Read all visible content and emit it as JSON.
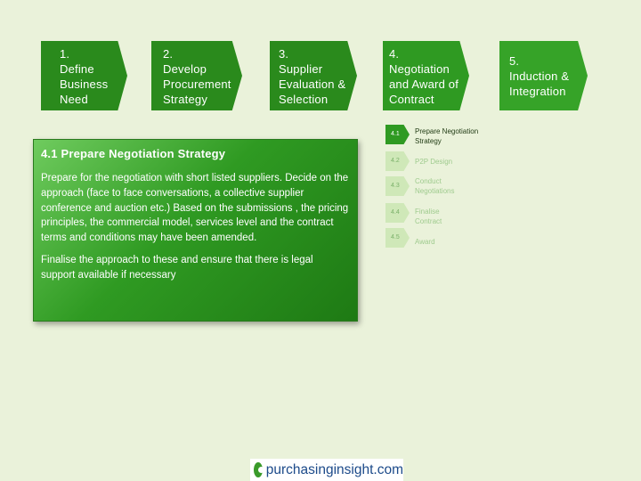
{
  "steps": [
    {
      "label": "1.\nDefine\nBusiness\nNeed"
    },
    {
      "label": "2.\nDevelop\nProcurement\nStrategy"
    },
    {
      "label": "3.\nSupplier\nEvaluation &\nSelection"
    },
    {
      "label": "4.\nNegotiation\nand Award of\nContract"
    },
    {
      "label": "5.\nInduction &\nIntegration"
    }
  ],
  "detail": {
    "title": "4.1 Prepare Negotiation Strategy",
    "paragraph1": "Prepare for the negotiation with short listed suppliers. Decide on the approach (face to face conversations, a collective supplier conference and auction etc.) Based on the submissions , the pricing principles, the commercial model, services level and the contract terms and conditions may have been amended.",
    "paragraph2": "Finalise the approach to these and ensure that there is legal support available if necessary"
  },
  "substeps": [
    {
      "num": "4.1",
      "label": "Prepare Negotiation\nStrategy"
    },
    {
      "num": "4.2",
      "label": "P2P Design"
    },
    {
      "num": "4.3",
      "label": "Conduct\nNegotiations"
    },
    {
      "num": "4.4",
      "label": "Finalise\nContract"
    },
    {
      "num": "4.5",
      "label": "Award"
    }
  ],
  "logo": {
    "text": "purchasinginsight.com"
  },
  "colors": {
    "primary_green": "#2a8a1c",
    "background": "#eaf2da",
    "substep_inactive": "#cfe8b8"
  }
}
